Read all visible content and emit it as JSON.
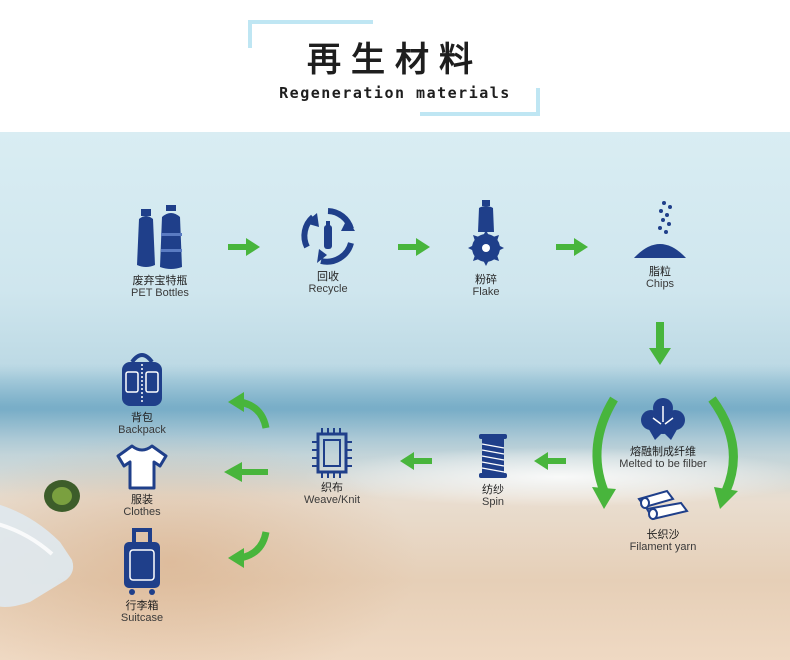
{
  "header": {
    "title_cn": "再生材料",
    "title_en": "Regeneration materials"
  },
  "colors": {
    "icon_blue": "#1f3f8a",
    "arrow_green": "#48b53c",
    "frame_blue": "#bfe6f3"
  },
  "process": [
    {
      "cn": "废弃宝特瓶",
      "en": "PET Bottles",
      "icon": "bottles-icon"
    },
    {
      "cn": "回收",
      "en": "Recycle",
      "icon": "recycle-icon"
    },
    {
      "cn": "粉碎",
      "en": "Flake",
      "icon": "saw-blade-icon"
    },
    {
      "cn": "脂粒",
      "en": "Chips",
      "icon": "chips-pile-icon"
    },
    {
      "cn": "熔融制成纤维",
      "en": "Melted to be filber",
      "icon": "cotton-icon"
    },
    {
      "cn": "长织沙",
      "en": "Filament yarn",
      "icon": "yarn-rolls-icon"
    },
    {
      "cn": "纺纱",
      "en": "Spin",
      "icon": "spool-icon"
    },
    {
      "cn": "织布",
      "en": "Weave/Knit",
      "icon": "fabric-icon"
    }
  ],
  "products": [
    {
      "cn": "背包",
      "en": "Backpack",
      "icon": "backpack-icon"
    },
    {
      "cn": "服装",
      "en": "Clothes",
      "icon": "tshirt-icon"
    },
    {
      "cn": "行李箱",
      "en": "Suitcase",
      "icon": "suitcase-icon"
    }
  ]
}
